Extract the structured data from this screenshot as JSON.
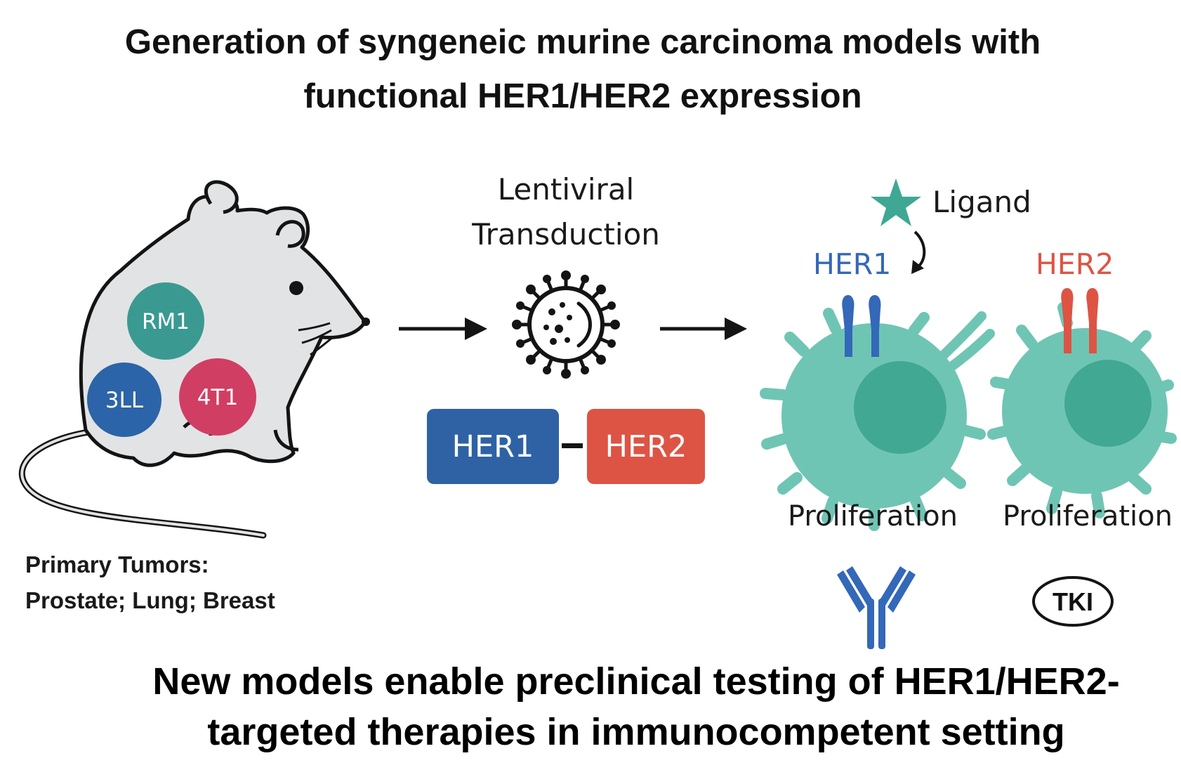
{
  "title": {
    "line1": "Generation of syngeneic murine carcinoma models with",
    "line2": "functional HER1/HER2 expression"
  },
  "mouse": {
    "tumors": [
      {
        "label": "RM1",
        "color": "#3a9a92"
      },
      {
        "label": "3LL",
        "color": "#2b64a8"
      },
      {
        "label": "4T1",
        "color": "#d13e63"
      }
    ],
    "caption": {
      "line1": "Primary Tumors:",
      "line2": "Prostate; Lung; Breast"
    }
  },
  "transduction": {
    "line1": "Lentiviral",
    "line2": "Transduction",
    "constructs": [
      {
        "label": "HER1",
        "color": "#2e62a4"
      },
      {
        "label": "HER2",
        "color": "#dd5444"
      }
    ]
  },
  "cells": {
    "ligand_label": "Ligand",
    "her1_label": "HER1",
    "her2_label": "HER2",
    "her1_color": "#3468b8",
    "her2_color": "#dd5444",
    "cell_color": "#6fc5b4",
    "nucleus_color": "#41a894",
    "ligand_color": "#3ea894",
    "proliferation_left": "Proliferation",
    "proliferation_right": "Proliferation",
    "tki_label": "TKI"
  },
  "bottom": {
    "line1": "New models enable preclinical testing of HER1/HER2-",
    "line2": "targeted therapies in immunocompetent setting"
  },
  "icons": [
    "mouse-icon",
    "virus-icon",
    "arrow-right-icon",
    "star-icon",
    "antibody-icon",
    "receptor-icon",
    "cell-icon"
  ]
}
